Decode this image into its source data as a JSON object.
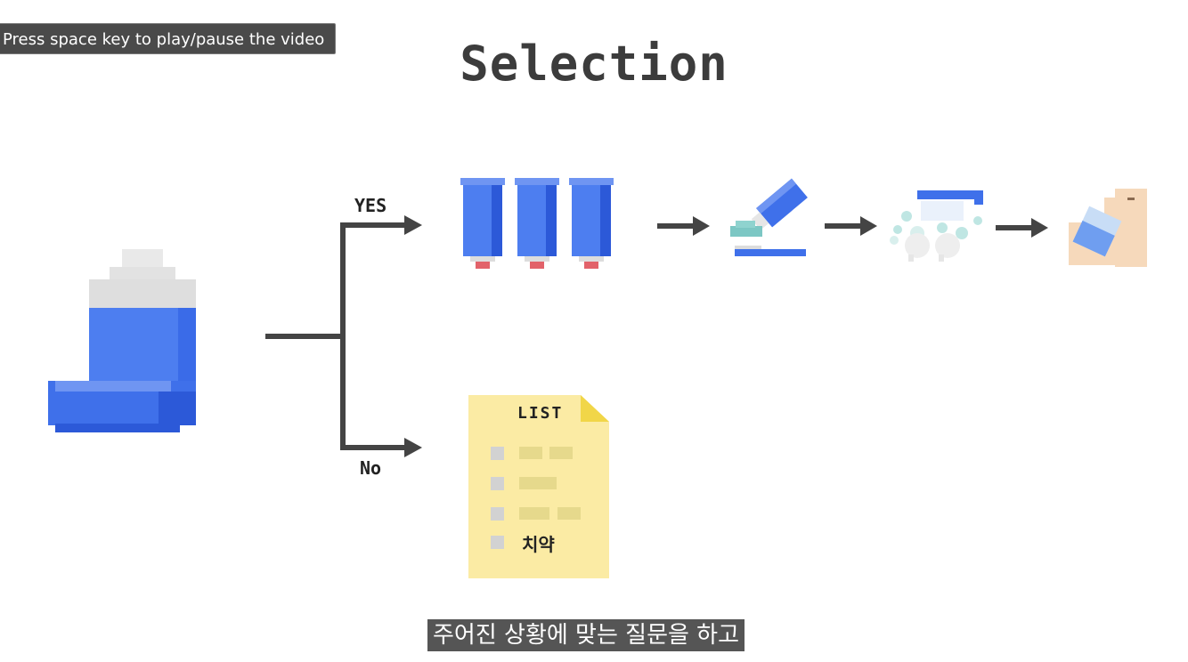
{
  "tooltip": {
    "text": "Press space key to play/pause the video"
  },
  "slide": {
    "title": "Selection"
  },
  "branches": {
    "yes_label": "YES",
    "no_label": "No"
  },
  "list_card": {
    "title": "LIST",
    "item_text": "치약"
  },
  "subtitle": {
    "text": "주어진 상황에 맞는 질문을 하고"
  },
  "colors": {
    "blue": "#4d7ef0",
    "dark_blue": "#2c59d8",
    "line": "#444444",
    "note_yellow": "#fbeba4",
    "subtitle_bg": "#555555"
  },
  "icons": [
    "inhaler-icon",
    "cap-icon",
    "toothpaste-icon",
    "bubbles-icon",
    "drinking-water-icon",
    "checklist-icon"
  ]
}
